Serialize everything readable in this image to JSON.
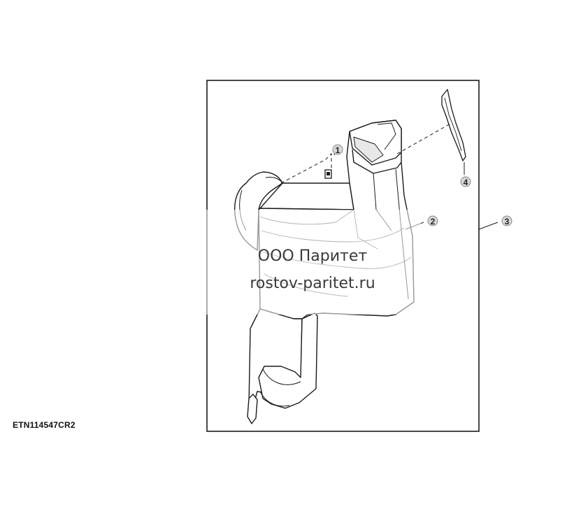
{
  "diagram": {
    "reference_code": "ETN114547CR2",
    "callouts": [
      {
        "id": "callout-1",
        "label": "1"
      },
      {
        "id": "callout-2",
        "label": "2"
      },
      {
        "id": "callout-3",
        "label": "3"
      },
      {
        "id": "callout-4",
        "label": "4"
      }
    ]
  },
  "watermark": {
    "line1": "ООО Паритет",
    "line2": "rostov-paritet.ru"
  },
  "colors": {
    "stroke": "#1a1a1a",
    "fill": "#ffffff",
    "shade": "#d8d8d8"
  }
}
